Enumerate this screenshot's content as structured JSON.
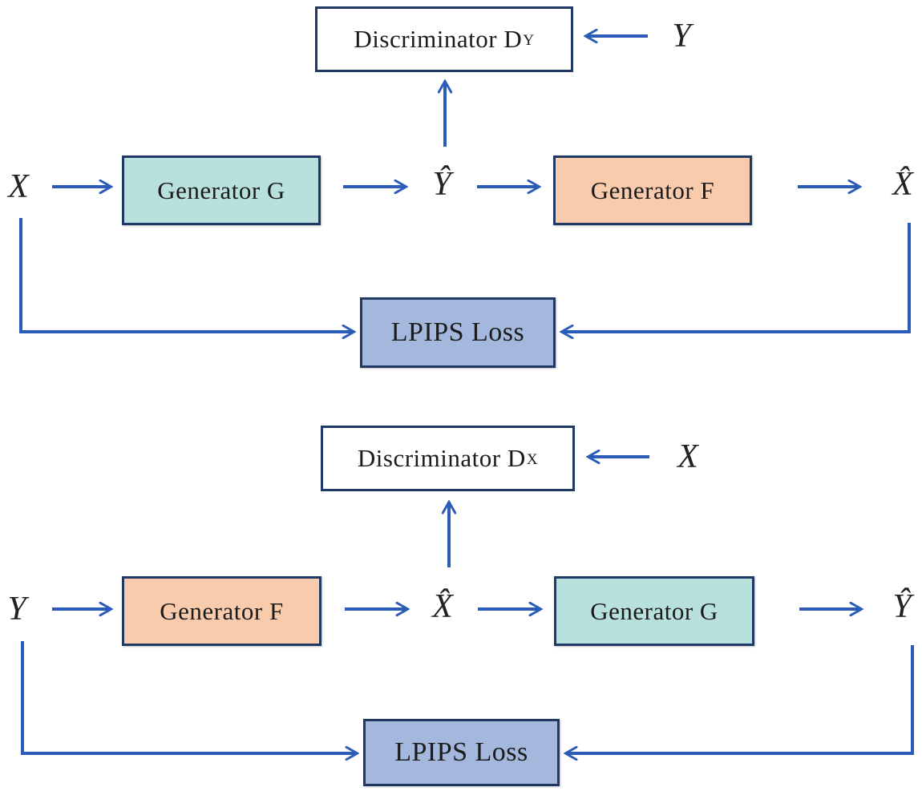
{
  "colors": {
    "arrow": "#2b5cb8",
    "box_border": "#1f3864",
    "teal_fill": "#b8e0dc",
    "orange_fill": "#f8cbad",
    "loss_fill": "#a3b8dc",
    "white_fill": "#ffffff",
    "text": "#1b1b1b",
    "background": "#ffffff"
  },
  "top_cycle": {
    "discriminator": {
      "label": "Discriminator D",
      "subscript": "Y"
    },
    "real_input_label": "Y",
    "source_label": "X",
    "generator_1_label": "Generator G",
    "intermediate_label": "Ŷ",
    "generator_2_label": "Generator F",
    "reconstructed_label": "X̂",
    "loss_label": "LPIPS Loss"
  },
  "bottom_cycle": {
    "discriminator": {
      "label": "Discriminator D",
      "subscript": "X"
    },
    "real_input_label": "X",
    "source_label": "Y",
    "generator_1_label": "Generator F",
    "intermediate_label": "X̂",
    "generator_2_label": "Generator G",
    "reconstructed_label": "Ŷ",
    "loss_label": "LPIPS Loss"
  }
}
